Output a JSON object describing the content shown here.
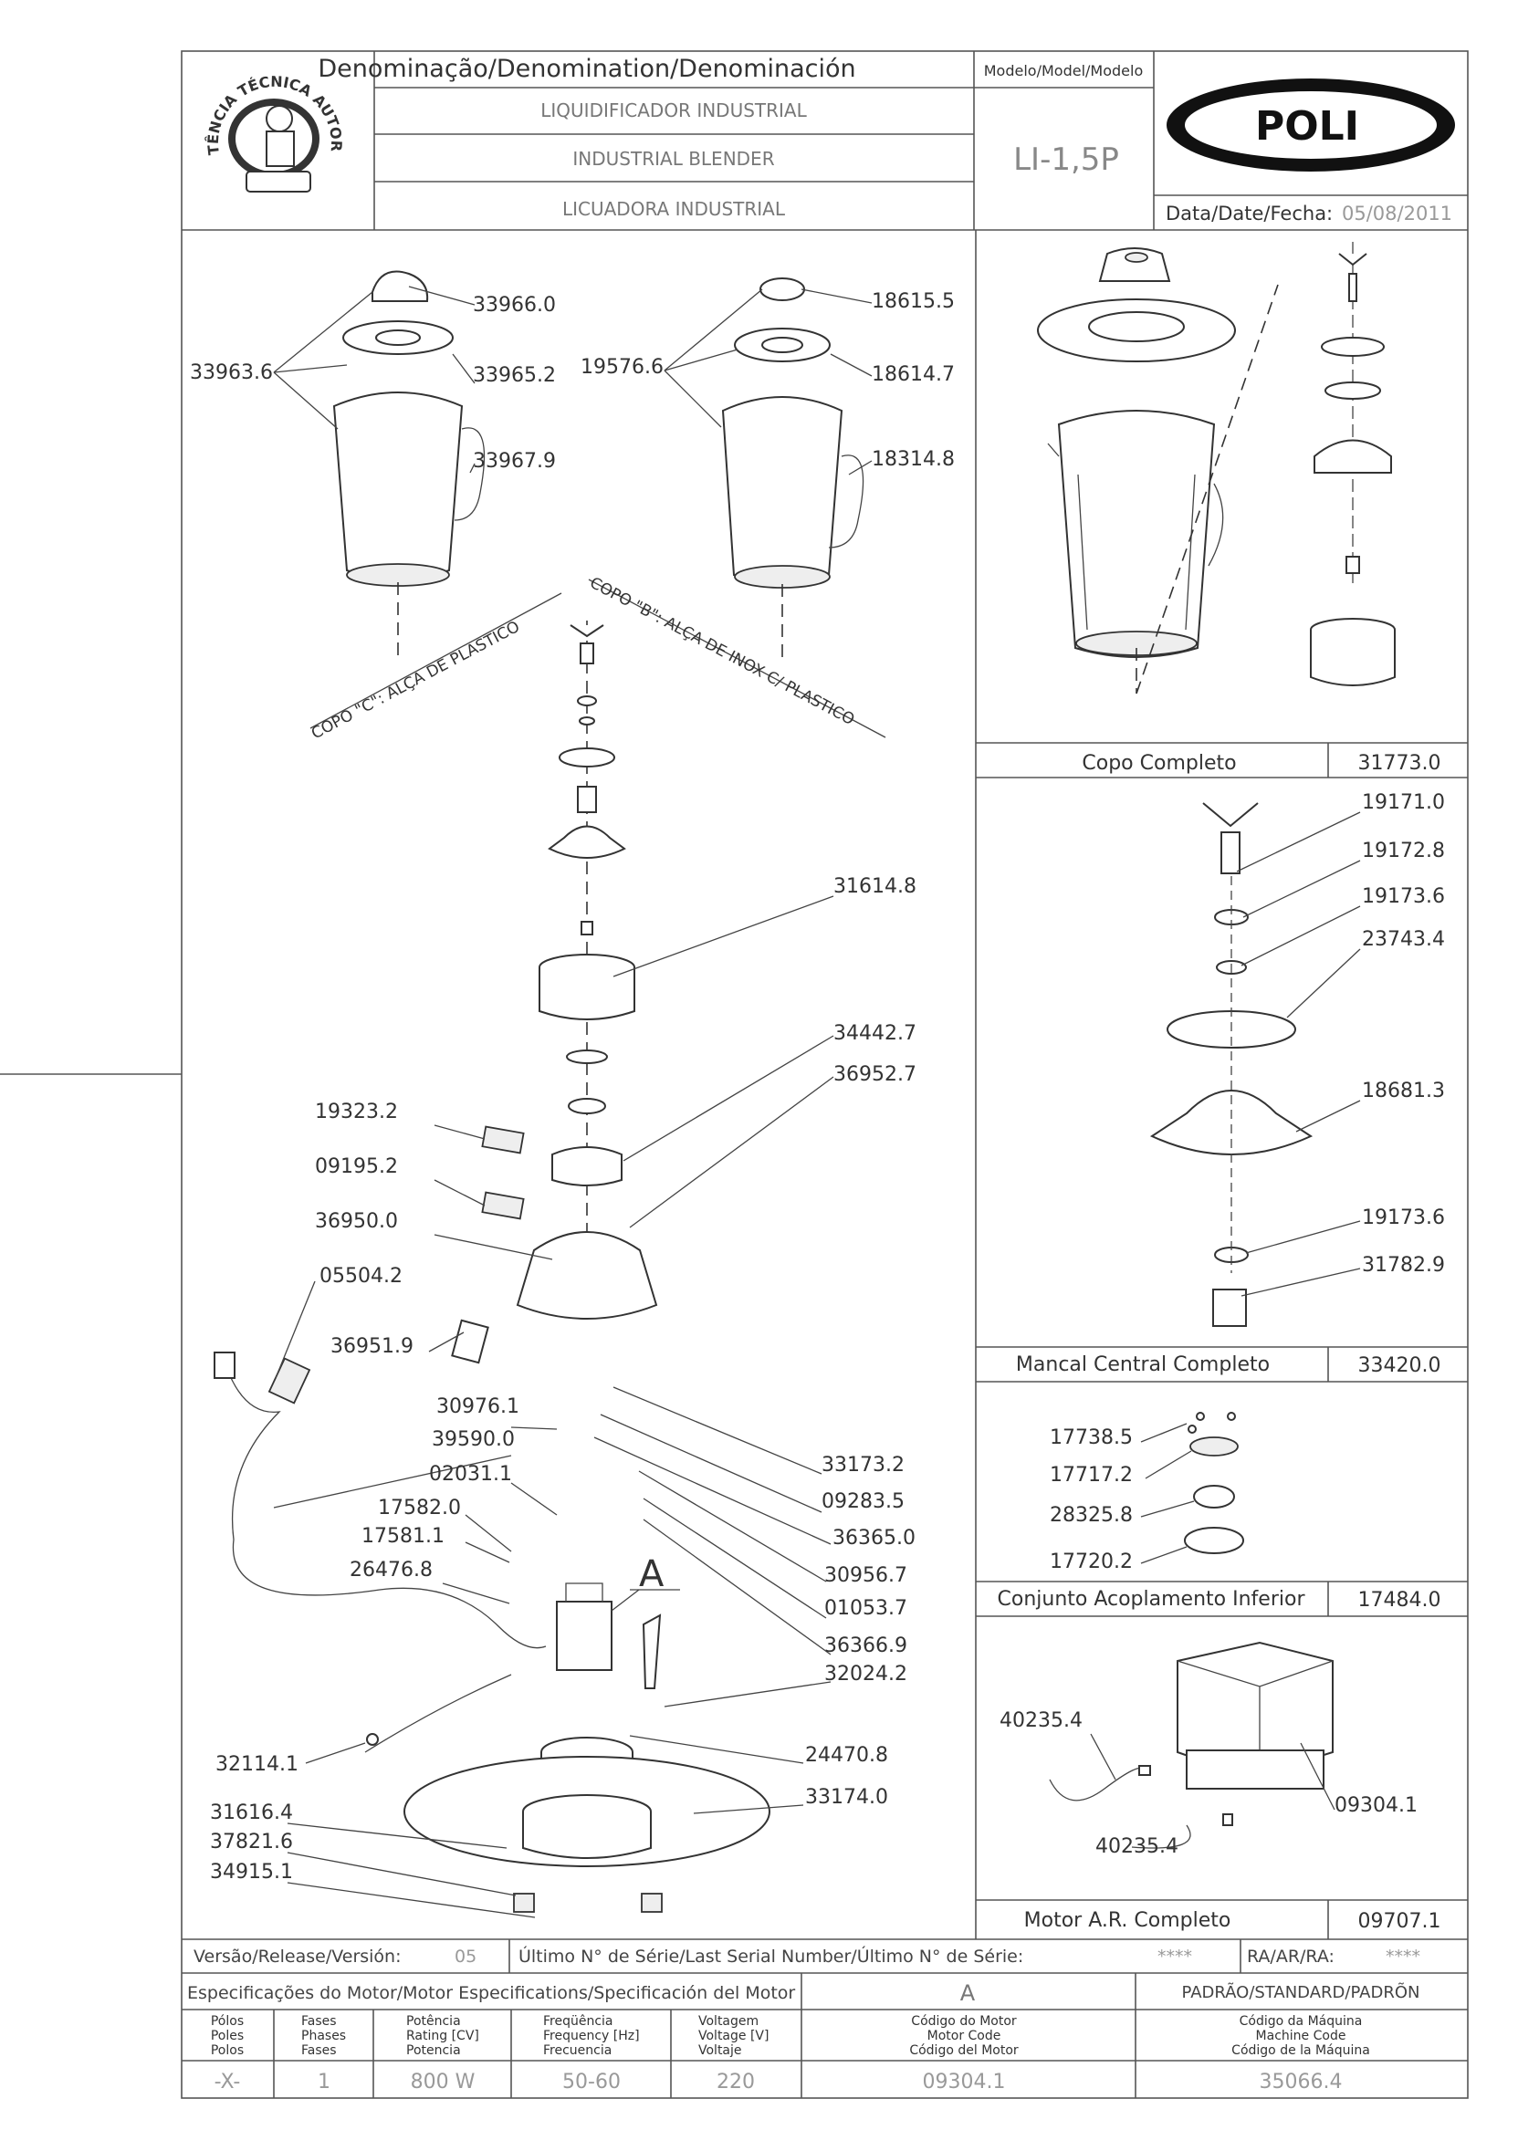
{
  "header": {
    "logo_text": "ASSISTÊNCIA TÉCNICA AUTORIZADA",
    "denomination_label": "Denominação/Denomination/Denominación",
    "names": [
      "LIQUIDIFICADOR INDUSTRIAL",
      "INDUSTRIAL BLENDER",
      "LICUADORA INDUSTRIAL"
    ],
    "model_label": "Modelo/Model/Modelo",
    "model_value": "LI-1,5P",
    "brand": "POLI",
    "date_label": "Data/Date/Fecha:",
    "date_value": "05/08/2011"
  },
  "cup_labels": {
    "copo_c": "COPO \"C\": ALÇA DE PLASTICO",
    "copo_b": "COPO \"B\": ALÇA DE INOX C/ PLASTICO"
  },
  "main_parts": {
    "p33966_0": "33966.0",
    "p33963_6": "33963.6",
    "p33965_2": "33965.2",
    "p33967_9": "33967.9",
    "p18615_5": "18615.5",
    "p19576_6": "19576.6",
    "p18614_7": "18614.7",
    "p18314_8": "18314.8",
    "p31614_8": "31614.8",
    "p34442_7": "34442.7",
    "p36952_7": "36952.7",
    "p19323_2": "19323.2",
    "p09195_2": "09195.2",
    "p36950_0": "36950.0",
    "p05504_2": "05504.2",
    "p36951_9": "36951.9",
    "p30976_1": "30976.1",
    "p39590_0": "39590.0",
    "p02031_1": "02031.1",
    "p17582_0": "17582.0",
    "p17581_1": "17581.1",
    "p26476_8": "26476.8",
    "p33173_2": "33173.2",
    "p09283_5": "09283.5",
    "p36365_0": "36365.0",
    "p30956_7": "30956.7",
    "p01053_7": "01053.7",
    "p36366_9": "36366.9",
    "p32024_2": "32024.2",
    "p32114_1": "32114.1",
    "p24470_8": "24470.8",
    "p33174_0": "33174.0",
    "p31616_4": "31616.4",
    "p37821_6": "37821.6",
    "p34915_1": "34915.1",
    "detail_a": "A"
  },
  "panels": {
    "copo": {
      "title": "Copo Completo",
      "code": "31773.0"
    },
    "mancal": {
      "title": "Mancal Central Completo",
      "code": "33420.0",
      "parts": [
        "19171.0",
        "19172.8",
        "19173.6",
        "23743.4",
        "18681.3",
        "19173.6",
        "31782.9"
      ]
    },
    "acoplamento": {
      "title": "Conjunto Acoplamento Inferior",
      "code": "17484.0",
      "parts": [
        "17738.5",
        "17717.2",
        "28325.8",
        "17720.2"
      ]
    },
    "motor": {
      "title": "Motor A.R. Completo",
      "code": "09707.1",
      "parts": [
        "40235.4",
        "40235.4",
        "09304.1"
      ]
    }
  },
  "footer": {
    "version_label": "Versão/Release/Versión:",
    "version_value": "05",
    "serial_label": "Último N° de Série/Last Serial Number/Último N° de Série:",
    "serial_value": "****",
    "ra_label": "RA/AR/RA:",
    "ra_value": "****",
    "spec_label": "Especificações do Motor/Motor Especifications/Specificación del Motor",
    "spec_a": "A",
    "standard_label": "PADRÃO/STANDARD/PADRÕN",
    "columns": [
      {
        "h1": "Pólos",
        "h2": "Poles",
        "h3": "Polos",
        "value": "-X-"
      },
      {
        "h1": "Fases",
        "h2": "Phases",
        "h3": "Fases",
        "value": "1"
      },
      {
        "h1": "Potência",
        "h2": "Rating [CV]",
        "h3": "Potencia",
        "value": "800 W"
      },
      {
        "h1": "Freqüência",
        "h2": "Frequency [Hz]",
        "h3": "Frecuencia",
        "value": "50-60"
      },
      {
        "h1": "Voltagem",
        "h2": "Voltage [V]",
        "h3": "Voltaje",
        "value": "220"
      },
      {
        "h1": "Código do Motor",
        "h2": "Motor Code",
        "h3": "Código del Motor",
        "value": "09304.1"
      },
      {
        "h1": "Código da Máquina",
        "h2": "Machine Code",
        "h3": "Código de la Máquina",
        "value": "35066.4"
      }
    ]
  }
}
